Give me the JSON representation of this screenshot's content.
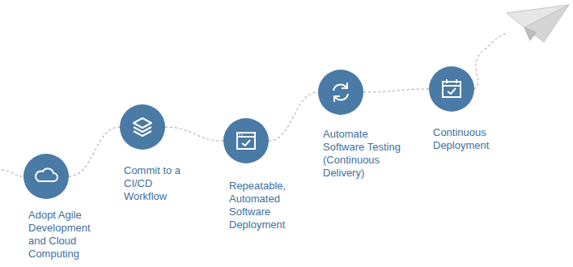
{
  "diagram": {
    "nodes": [
      {
        "text": [
          "Adopt Agile Development and Cloud Computing"
        ]
      },
      {
        "text": [
          "Commit to a CI/CD Workflow"
        ]
      },
      {
        "text": [
          "Repeatable, Automated Software Deployment"
        ]
      },
      {
        "text": [
          "Automate Software Testing (Continuous Delivery)"
        ]
      },
      {
        "text": [
          "Continuous Deployment"
        ]
      }
    ],
    "edges": [
      {
        "from": 0,
        "to": 1,
        "arrow": "none"
      },
      {
        "from": 1,
        "to": 2,
        "arrow": "none"
      },
      {
        "from": 2,
        "to": 3,
        "arrow": "none"
      },
      {
        "from": 3,
        "to": 4,
        "arrow": "none"
      }
    ]
  }
}
